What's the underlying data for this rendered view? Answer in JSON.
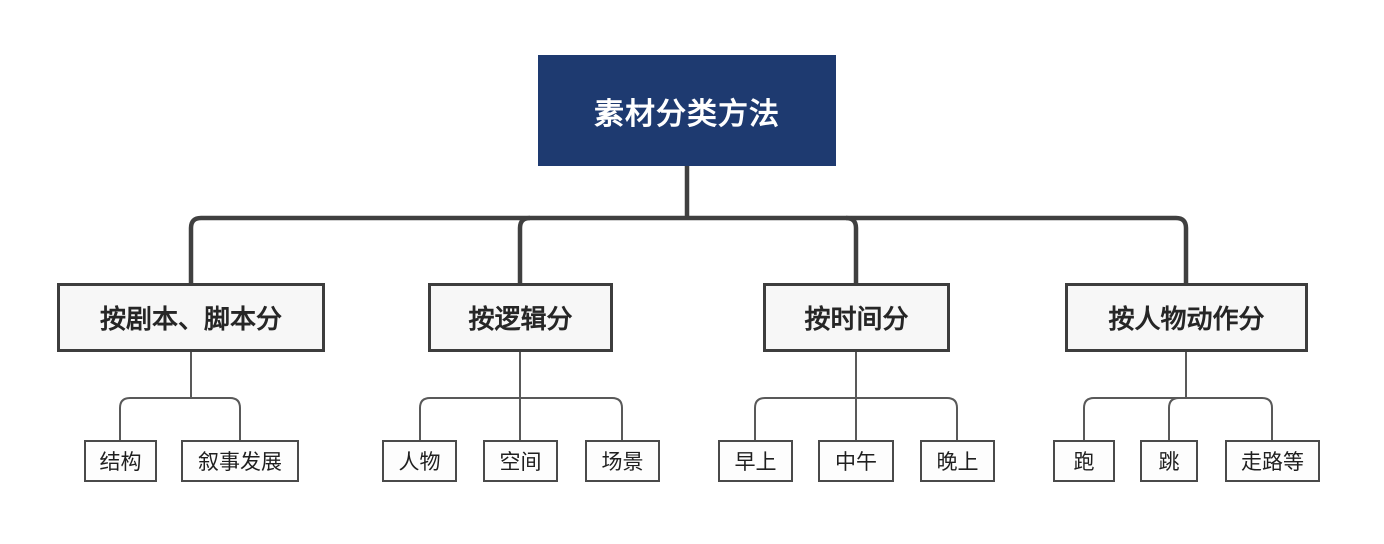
{
  "diagram": {
    "type": "mindmap-tree",
    "colors": {
      "background": "#FFFFFF",
      "root_bg": "#1E3A70",
      "root_text": "#FFFFFF",
      "branch_bg": "#F7F7F7",
      "branch_border": "#3D3D3D",
      "branch_text": "#262626",
      "leaf_bg": "#FDFDFD",
      "leaf_border": "#4A4A4A",
      "leaf_text": "#1F1F1F",
      "connector": "#404040",
      "sub_connector": "#595959"
    },
    "root": {
      "label": "素材分类方法"
    },
    "branches": [
      {
        "label": "按剧本、脚本分",
        "children": [
          "结构",
          "叙事发展"
        ]
      },
      {
        "label": "按逻辑分",
        "children": [
          "人物",
          "空间",
          "场景"
        ]
      },
      {
        "label": "按时间分",
        "children": [
          "早上",
          "中午",
          "晚上"
        ]
      },
      {
        "label": "按人物动作分",
        "children": [
          "跑",
          "跳",
          "走路等"
        ]
      }
    ]
  }
}
